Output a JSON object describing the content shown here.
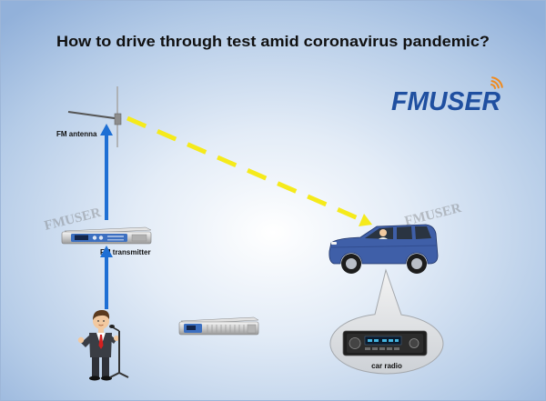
{
  "title": "How to drive through test amid coronavirus pandemic?",
  "logo": {
    "text": "FMUSER",
    "color": "#1f4fa0",
    "signal_color": "#f08a1e"
  },
  "labels": {
    "antenna": "FM antenna",
    "transmitter": "FM transmitter",
    "car_radio": "car radio"
  },
  "watermarks": [
    "FMUSER",
    "FMUSER"
  ],
  "icons": {
    "antenna": "antenna-icon",
    "transmitter": "fm-transmitter-icon",
    "presenter": "presenter-icon",
    "microphone": "microphone-icon",
    "spare_transmitter": "spare-transmitter-icon",
    "car": "car-icon",
    "car_radio": "car-radio-icon",
    "arrow": "upward-arrow-icon",
    "signal_waves": "signal-waves-icon"
  },
  "colors": {
    "arrow": "#1e6fd4",
    "signal_path": "#f5ea1b",
    "car_body": "#3f5fa8"
  }
}
